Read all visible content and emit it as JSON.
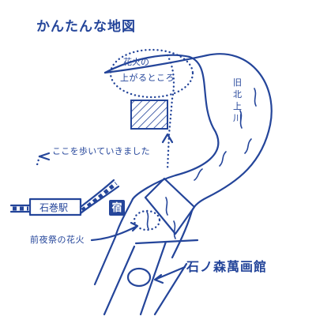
{
  "title": "かんたんな地図",
  "labels": {
    "fireworks_line1": "花火の",
    "fireworks_line2": "上がるところ",
    "walk_route": "ここを歩いていきました",
    "station": "石巻駅",
    "inn": "宿",
    "eve_fireworks": "前夜祭の花火",
    "museum": "石ノ森萬画館",
    "river": "旧北上川"
  },
  "colors": {
    "ink": "#24459a",
    "background": "#ffffff"
  }
}
